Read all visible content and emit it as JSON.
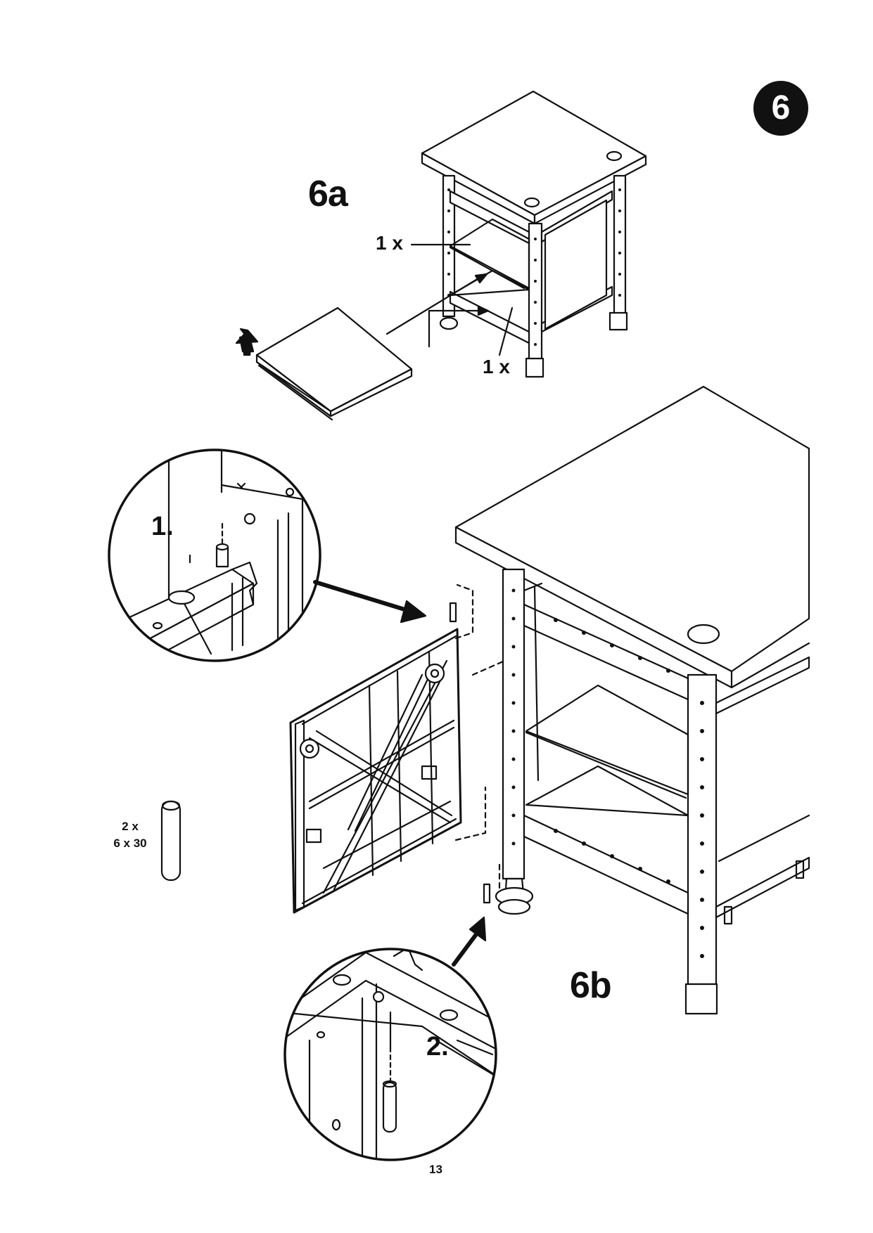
{
  "step": {
    "number": "6"
  },
  "sub_a": {
    "label": "6a",
    "qty_top": "1 x",
    "qty_bottom": "1 x"
  },
  "sub_b": {
    "label": "6b"
  },
  "detail_1": {
    "label": "1."
  },
  "detail_2": {
    "label": "2."
  },
  "dowel": {
    "count": "2 x",
    "size": "6 x 30"
  },
  "page_number": "13",
  "icons": [
    "up-arrow-icon",
    "pointer-arrow-icon"
  ]
}
